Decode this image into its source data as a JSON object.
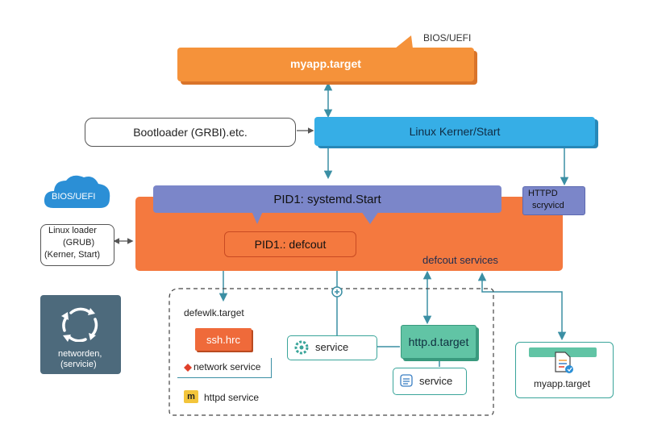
{
  "labels": {
    "bios_top": "BIOS/UEFI",
    "myapp_target_top": "myapp.target",
    "bootloader": "Bootloader (GRBI).etc.",
    "kernel_start": "Linux Kerner/Start",
    "bios_cloud": "BIOS/UEFI",
    "httpd_box_line1": "HTTPD",
    "httpd_box_line2": "scryvicd",
    "pid1_systemd": "PID1: systemd.Start",
    "pid1_default": "PID1.:  defcout",
    "default_services": "defcout services",
    "linux_loader_line1": "Linux loader",
    "linux_loader_line2": "(GRUB)",
    "linux_loader_line3": "(Kerner, Start)",
    "network_tile_line1": "networden,",
    "network_tile_line2": "(servicie)",
    "default_target": "defewlk.target",
    "ssh": "ssh.hrc",
    "network_service": "network service",
    "httpd_service": "httpd service",
    "service_left": "service",
    "httpd_target": "http.d.target",
    "service_right": "service",
    "myapp_target_bottom": "myapp.target",
    "httpd_service_icon_glyph": "m"
  },
  "colors": {
    "orange": "#f5923a",
    "orange_big": "#f4793f",
    "blue_kernel": "#36aee6",
    "purple": "#7b86c9",
    "teal_tile": "#4d6a7c",
    "green": "#61c4a5",
    "teal_border": "#3aa59a",
    "cloud": "#2b8fd6",
    "ssh_orange": "#ef6a3a",
    "line_blue": "#3b8fa4",
    "yellow": "#f3c53b"
  },
  "icons": {
    "cloud": "cloud-icon",
    "cycle": "cycle-arrows-icon",
    "gear": "gear-icon",
    "doc": "document-icon",
    "list": "list-icon"
  }
}
